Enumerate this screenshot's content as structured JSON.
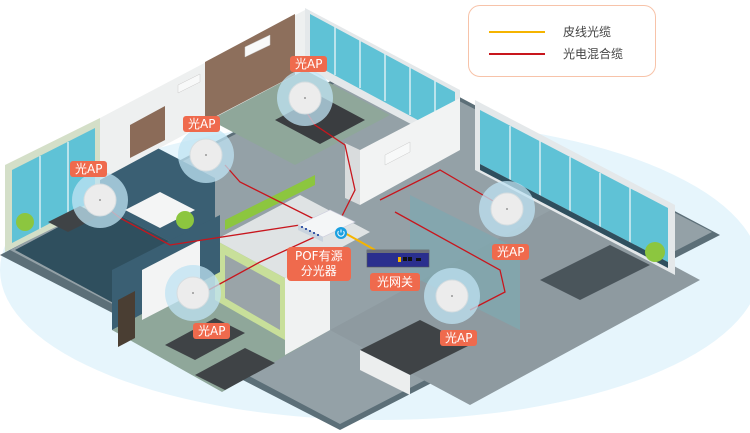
{
  "diagram": {
    "title": "POF光网络办公室部署示意",
    "legend": {
      "items": [
        {
          "label": "皮线光缆",
          "color": "#f5b400"
        },
        {
          "label": "光电混合缆",
          "color": "#c8161d"
        }
      ]
    },
    "labels": {
      "ap_label": "光AP",
      "splitter_label_line1": "POF有源",
      "splitter_label_line2": "分光器",
      "gateway_label": "光网关"
    },
    "nodes": [
      {
        "id": "ap-top",
        "type": "optical-ap",
        "label": "光AP",
        "room": "meeting-room"
      },
      {
        "id": "ap-mid-left",
        "type": "optical-ap",
        "label": "光AP",
        "room": "office-upper"
      },
      {
        "id": "ap-left",
        "type": "optical-ap",
        "label": "光AP",
        "room": "manager-office"
      },
      {
        "id": "ap-bottom-left",
        "type": "optical-ap",
        "label": "光AP",
        "room": "open-workspace"
      },
      {
        "id": "ap-bottom-mid",
        "type": "optical-ap",
        "label": "光AP",
        "room": "reception"
      },
      {
        "id": "ap-right",
        "type": "optical-ap",
        "label": "光AP",
        "room": "cubicle-area"
      },
      {
        "id": "splitter",
        "type": "pof-active-splitter",
        "label": "POF有源分光器"
      },
      {
        "id": "gateway",
        "type": "optical-gateway",
        "label": "光网关"
      }
    ],
    "links": [
      {
        "from": "gateway",
        "to": "splitter",
        "cable": "皮线光缆"
      },
      {
        "from": "splitter",
        "to": "ap-top",
        "cable": "光电混合缆"
      },
      {
        "from": "splitter",
        "to": "ap-mid-left",
        "cable": "光电混合缆"
      },
      {
        "from": "splitter",
        "to": "ap-left",
        "cable": "光电混合缆"
      },
      {
        "from": "splitter",
        "to": "ap-bottom-left",
        "cable": "光电混合缆"
      },
      {
        "from": "splitter",
        "to": "ap-bottom-mid",
        "cable": "光电混合缆"
      },
      {
        "from": "splitter",
        "to": "ap-right",
        "cable": "光电混合缆"
      }
    ],
    "colors": {
      "tag_bg": "#ef6a4d",
      "window_glass": "#5fc2d6",
      "floor_gray": "#8e9aa0",
      "floor_green": "#8fa79a",
      "wall_navy": "#3a5f73",
      "accent_green": "#8cc63f",
      "halo": "#cfeaf6"
    }
  }
}
